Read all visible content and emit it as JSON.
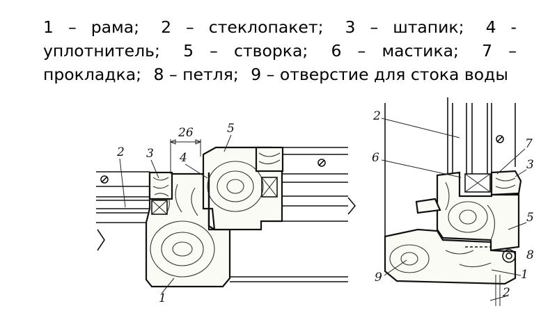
{
  "caption": {
    "items": [
      "1 – рама;",
      "2 – стеклопакет;",
      "3 – штапик;",
      "4 - уплотнитель;",
      "5 – створка;",
      "6 – мастика;",
      "7 – прокладка;",
      "8 – петля;",
      "9 – отверстие для стока воды"
    ]
  },
  "left_drawing": {
    "dimension": "26",
    "labels": {
      "l1": "1",
      "l2": "2",
      "l3": "3",
      "l4": "4",
      "l5": "5"
    }
  },
  "right_drawing": {
    "labels": {
      "l1": "1",
      "l2": "2",
      "l3": "3",
      "l5": "5",
      "l6": "6",
      "l7": "7",
      "l8": "8",
      "l9": "9",
      "l2b": "2"
    }
  }
}
